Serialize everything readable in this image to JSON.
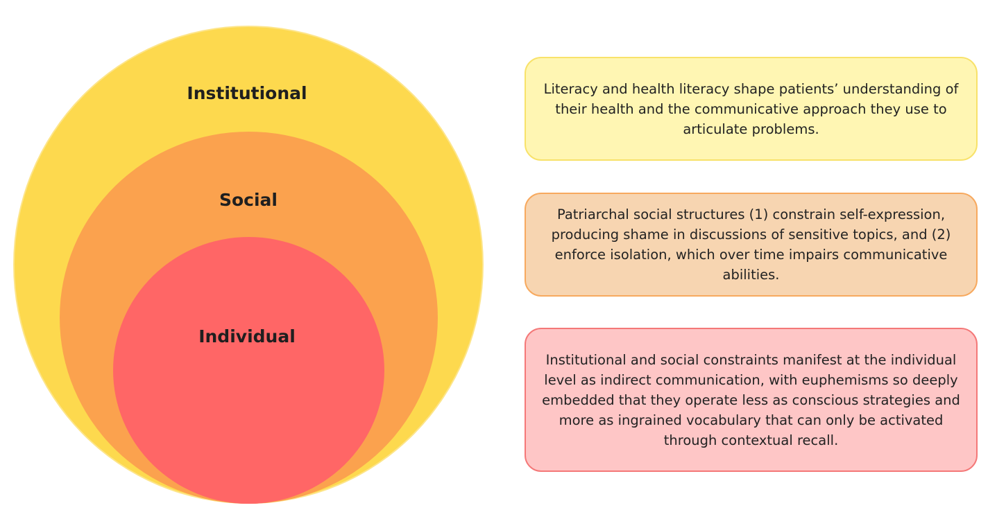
{
  "diagram": {
    "layers": [
      {
        "id": "institutional",
        "label": "Institutional",
        "color": "#fdd94e"
      },
      {
        "id": "social",
        "label": "Social",
        "color": "#fba24e"
      },
      {
        "id": "individual",
        "label": "Individual",
        "color": "#ff6666"
      }
    ]
  },
  "notes": [
    {
      "layer": "institutional",
      "text": "Literacy and health literacy shape patients’ understanding of their health and the communicative approach they use to articulate problems.",
      "background": "#fff6b3",
      "border": "#f8e26a"
    },
    {
      "layer": "social",
      "text": "Patriarchal social structures (1) constrain self-expression, producing shame in discussions of sensitive topics, and (2) enforce isolation, which over time impairs communicative abilities.",
      "background": "#f7d5b1",
      "border": "#f7a95e"
    },
    {
      "layer": "individual",
      "text": "Institutional and social constraints manifest at the individual level as indirect communication, with euphemisms so deeply embedded that they operate less as conscious strategies and more as ingrained vocabulary that can only be activated through contextual recall.",
      "background": "#fec6c6",
      "border": "#f47878"
    }
  ]
}
